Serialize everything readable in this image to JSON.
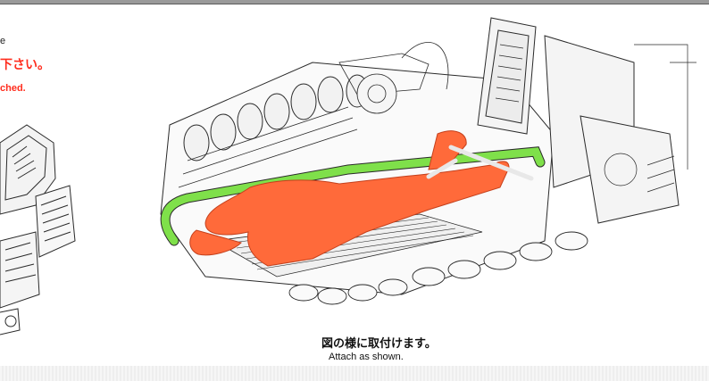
{
  "note": {
    "line1": "e",
    "line2": "下さい。",
    "line3": "ched."
  },
  "caption": {
    "japanese": "図の様に取付けます。",
    "english": "Attach as shown."
  },
  "colors": {
    "accent_red": "#ff2d1e",
    "part_orange": "#ff6a3a",
    "hose_green": "#7fe04a",
    "line_art": "#2a2a2a"
  }
}
